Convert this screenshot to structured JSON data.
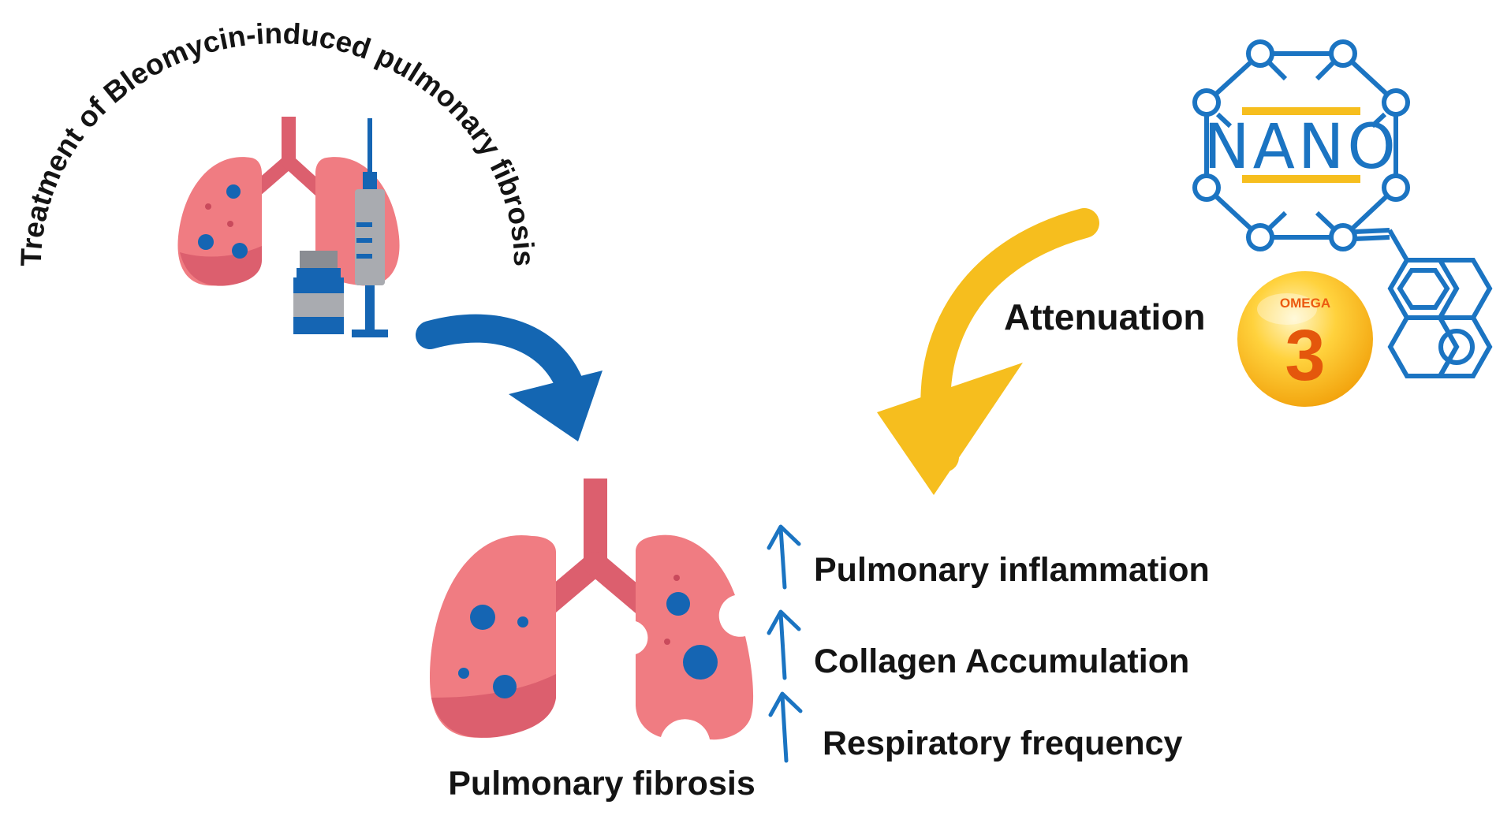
{
  "arc_title": "Treatment of Bleomycin-induced pulmonary fibrosis",
  "attenuation_label": "Attenuation",
  "nano_label": "NANO",
  "omega_label": "OMEGA",
  "omega_number": "3",
  "outcome_label": "Pulmonary fibrosis",
  "effects": [
    "Pulmonary inflammation",
    "Collagen Accumulation",
    "Respiratory frequency"
  ],
  "colors": {
    "lung": "#f07c82",
    "lung_shade": "#dc5f6e",
    "spot": "#1565b3",
    "blue_arrow": "#1466b2",
    "yellow_arrow": "#f6be1e",
    "nano": "#1b74c2",
    "nano_bar": "#f6be1e"
  }
}
